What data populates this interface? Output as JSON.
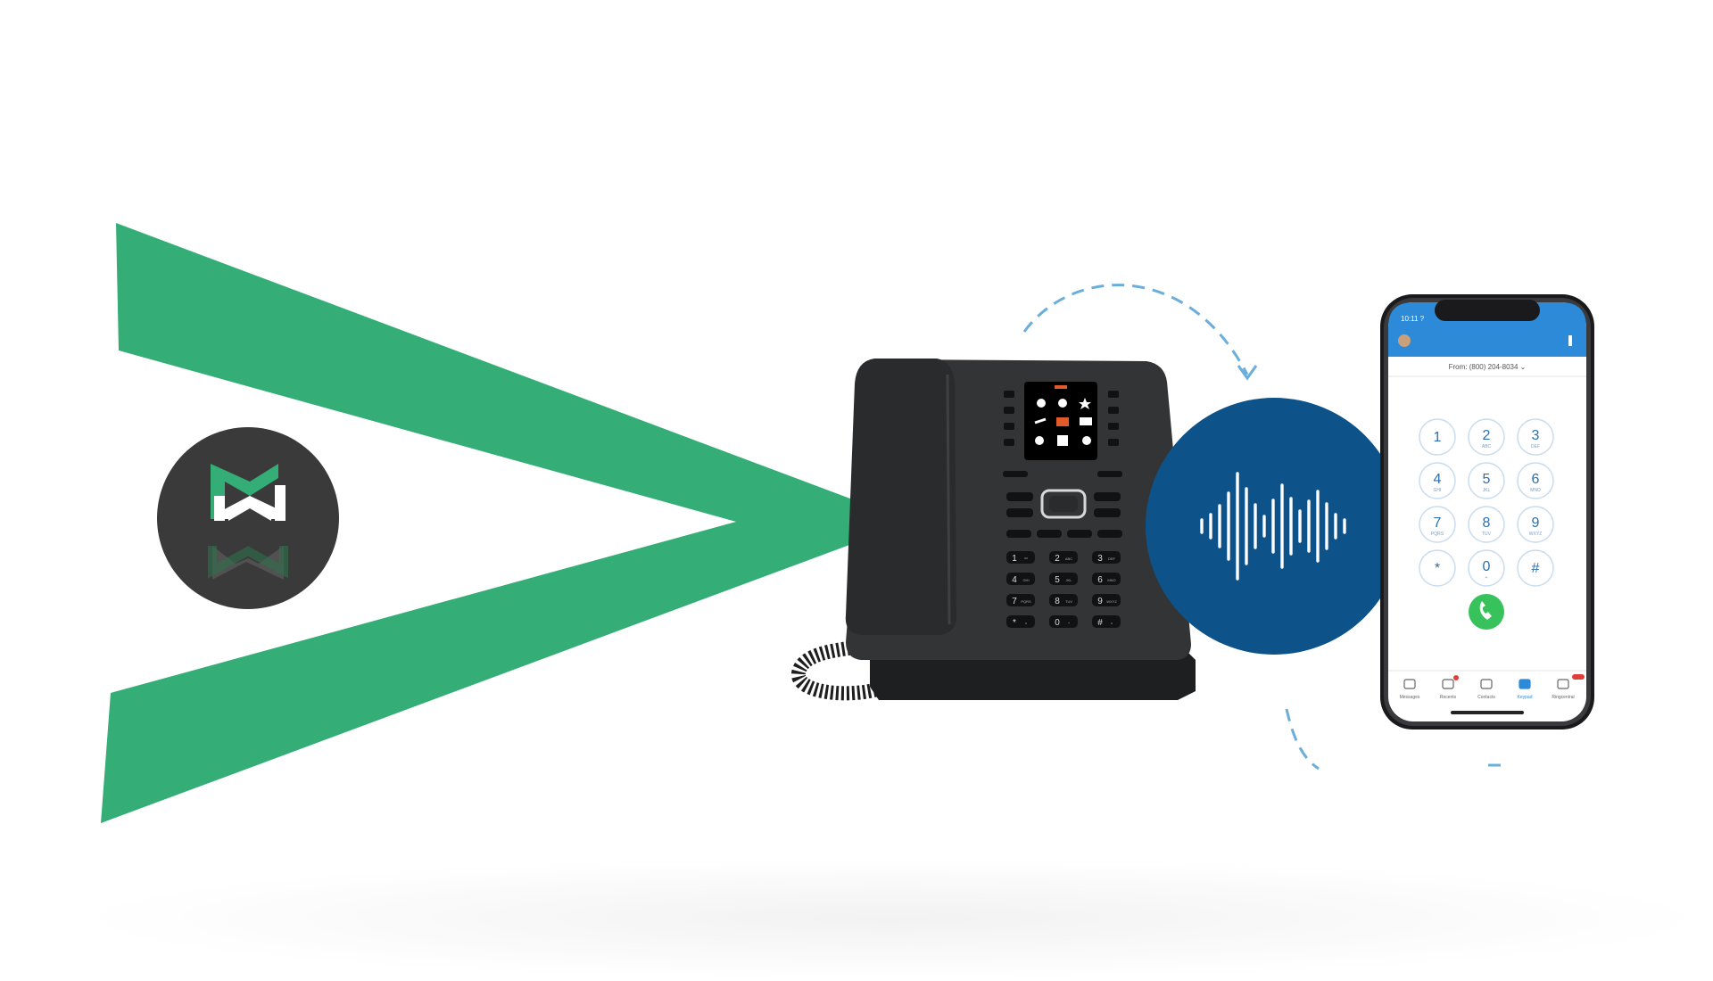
{
  "colors": {
    "brand_green": "#34ae76",
    "logo_disc": "#3a3a3a",
    "deep_blue": "#0d5289",
    "phone_blue": "#2c8ad8",
    "call_green": "#37c25b",
    "desk_phone": "#333436"
  },
  "icons": {
    "logo": "brand-m-logo",
    "wave": "sound-wave-icon",
    "call": "phone-call-icon"
  },
  "phone": {
    "status_time": "10:11 ?",
    "from_line": "From: (800) 204-8034 ⌄",
    "keys": [
      {
        "digit": "1",
        "letters": ""
      },
      {
        "digit": "2",
        "letters": "ABC"
      },
      {
        "digit": "3",
        "letters": "DEF"
      },
      {
        "digit": "4",
        "letters": "GHI"
      },
      {
        "digit": "5",
        "letters": "JKL"
      },
      {
        "digit": "6",
        "letters": "MNO"
      },
      {
        "digit": "7",
        "letters": "PQRS"
      },
      {
        "digit": "8",
        "letters": "TUV"
      },
      {
        "digit": "9",
        "letters": "WXYZ"
      },
      {
        "digit": "*",
        "letters": ""
      },
      {
        "digit": "0",
        "letters": "+"
      },
      {
        "digit": "#",
        "letters": ""
      }
    ],
    "tabs": [
      "Messages",
      "Recents",
      "Contacts",
      "Keypad",
      "Ringcentral"
    ]
  },
  "desk_phone": {
    "keys": [
      {
        "digit": "1",
        "letters": "ᴼᴼ"
      },
      {
        "digit": "2",
        "letters": "ABC"
      },
      {
        "digit": "3",
        "letters": "DEF"
      },
      {
        "digit": "4",
        "letters": "GHI"
      },
      {
        "digit": "5",
        "letters": "JKL"
      },
      {
        "digit": "6",
        "letters": "MNO"
      },
      {
        "digit": "7",
        "letters": "PQRS"
      },
      {
        "digit": "8",
        "letters": "TUV"
      },
      {
        "digit": "9",
        "letters": "WXYZ"
      },
      {
        "digit": "*",
        "letters": "ʌ"
      },
      {
        "digit": "0",
        "letters": "+"
      },
      {
        "digit": "#",
        "letters": "ʌ"
      }
    ]
  }
}
